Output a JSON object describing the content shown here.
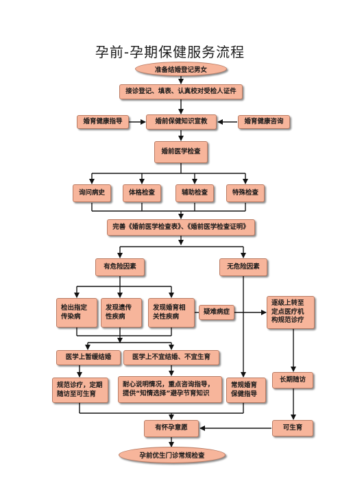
{
  "title": "孕前-孕期保健服务流程",
  "nodes": {
    "start": "准备结婚登记男女",
    "register": "接诊登记、填表、认真校对受检人证件",
    "guidance": "婚育健康指导",
    "education": "婚前保健知识宣教",
    "consult": "婚育健康咨询",
    "exam": "婚前医学检查",
    "history": "询问病史",
    "physical": "体格检查",
    "auxiliary": "辅助检查",
    "special": "特殊检查",
    "complete": "完善《婚前医学检查表》、《婚前医学检查证明》",
    "risk": "有危险因素",
    "norisk": "无危险因素",
    "infectious": "检出指定\n传染病",
    "genetic": "发现遗传\n性疾病",
    "related": "发现婚育相\n关性疾病",
    "difficult": "疑难病症",
    "referral": "逐级上转至\n定点医疗机\n构规范诊疗",
    "postpone": "医学上暂缓结婚",
    "unsuitable": "医学上不宜结婚、不宜生育",
    "treat": "规范诊疗，定期\n随访至可生育",
    "explain": "耐心说明情况，重点咨询指导，\n提供“知情选择”避孕节育知识",
    "routine": "常规婚育\n保健指导",
    "followup": "长期随访",
    "fertile": "可生育",
    "pregnancy": "有怀孕意愿",
    "end": "孕前优生门诊常规检查"
  },
  "colors": {
    "box_fill": "#f7b59b",
    "box_border": "#b97a62",
    "line": "#111111"
  }
}
